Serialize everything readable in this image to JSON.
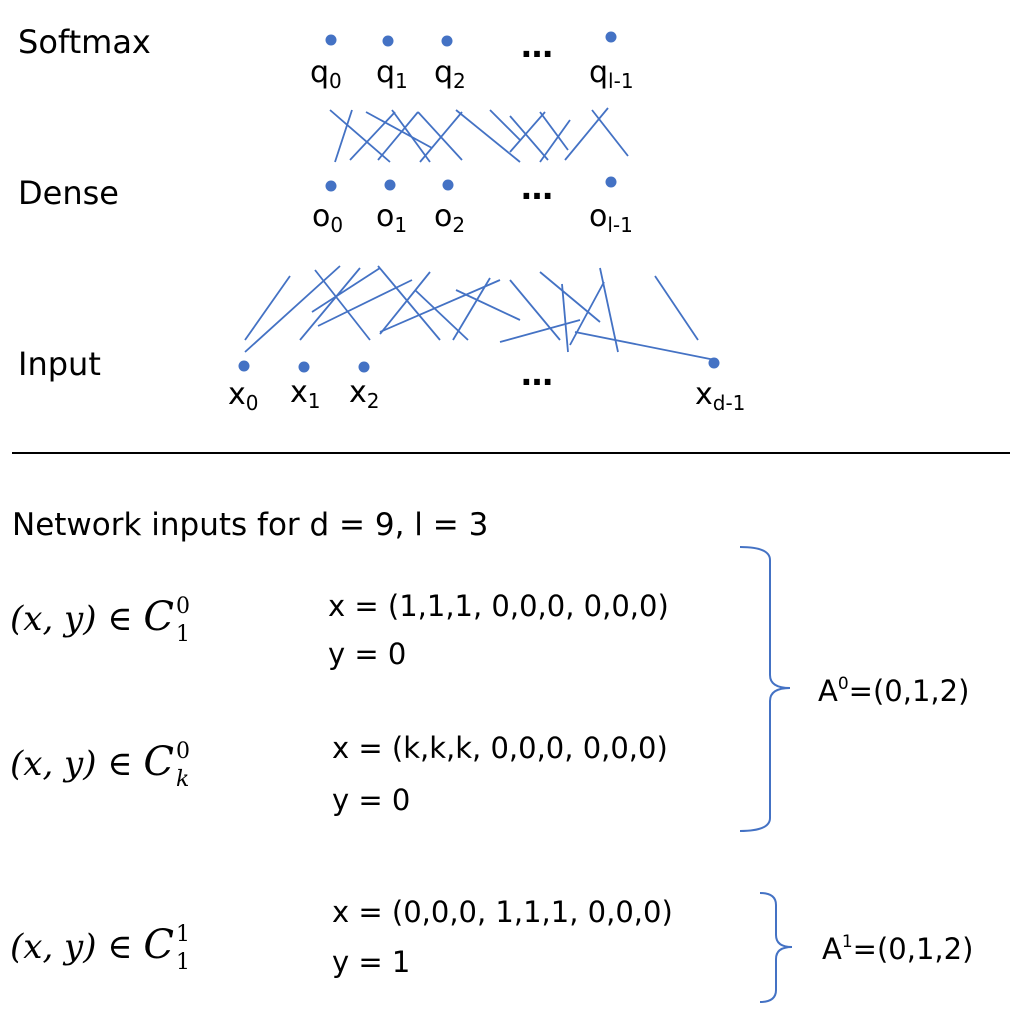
{
  "layers": {
    "softmax": {
      "label": "Softmax",
      "nodes": [
        {
          "base": "q",
          "sub": "0"
        },
        {
          "base": "q",
          "sub": "1"
        },
        {
          "base": "q",
          "sub": "2"
        },
        {
          "base": "q",
          "sub": "l-1"
        }
      ]
    },
    "dense": {
      "label": "Dense",
      "nodes": [
        {
          "base": "o",
          "sub": "0"
        },
        {
          "base": "o",
          "sub": "1"
        },
        {
          "base": "o",
          "sub": "2"
        },
        {
          "base": "o",
          "sub": "l-1"
        }
      ]
    },
    "input": {
      "label": "Input",
      "nodes": [
        {
          "base": "x",
          "sub": "0"
        },
        {
          "base": "x",
          "sub": "1"
        },
        {
          "base": "x",
          "sub": "2"
        },
        {
          "base": "x",
          "sub": "d-1"
        }
      ]
    },
    "ellipsis": "…"
  },
  "section_title": "Network inputs for d = 9, l = 3",
  "examples": [
    {
      "math": {
        "lhs": "(x, y)",
        "rel": "∈",
        "set": "C",
        "sup": "0",
        "sub": "1"
      },
      "x_line": "x = (1,1,1, 0,0,0, 0,0,0)",
      "y_line": "y = 0"
    },
    {
      "math": {
        "lhs": "(x, y)",
        "rel": "∈",
        "set": "C",
        "sup": "0",
        "sub": "k"
      },
      "x_line": "x = (k,k,k, 0,0,0, 0,0,0)",
      "y_line": "y = 0"
    },
    {
      "math": {
        "lhs": "(x, y)",
        "rel": "∈",
        "set": "C",
        "sup": "1",
        "sub": "1"
      },
      "x_line": "x = (0,0,0, 1,1,1, 0,0,0)",
      "y_line": "y = 1"
    }
  ],
  "assignments": [
    {
      "base": "A",
      "sup": "0",
      "value": "=(0,1,2)"
    },
    {
      "base": "A",
      "sup": "1",
      "value": "=(0,1,2)"
    }
  ],
  "colors": {
    "node": "#4472C4",
    "edge": "#4472C4",
    "text": "#000000",
    "divider": "#000000"
  }
}
